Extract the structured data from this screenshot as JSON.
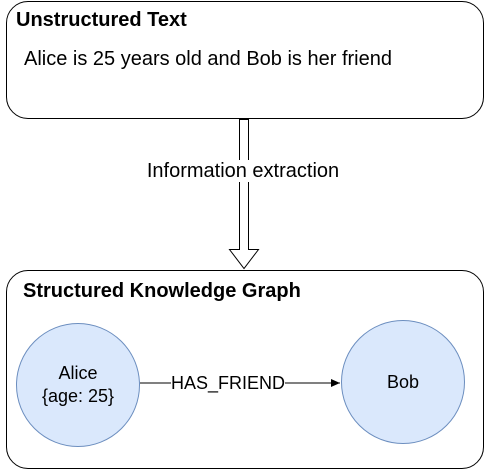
{
  "top_panel": {
    "title": "Unstructured Text",
    "sentence": "Alice is 25 years old and Bob is her friend"
  },
  "flow": {
    "label": "Information extraction"
  },
  "bottom_panel": {
    "title": "Structured Knowledge Graph",
    "nodes": {
      "alice": {
        "name": "Alice",
        "property": "{age: 25}"
      },
      "bob": {
        "name": "Bob"
      }
    },
    "edge": {
      "label": "HAS_FRIEND"
    }
  },
  "colors": {
    "node_fill": "#dae8fc",
    "node_stroke": "#6c8ebf",
    "line": "#000000"
  }
}
